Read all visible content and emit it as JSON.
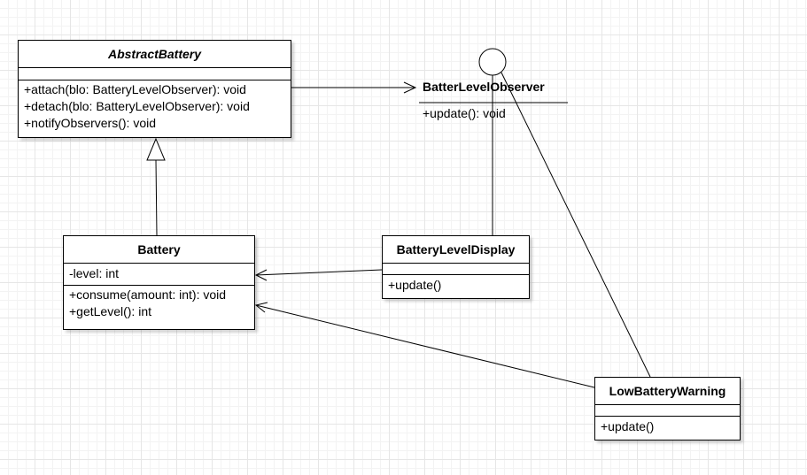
{
  "abstract_battery": {
    "name": "AbstractBattery",
    "attributes": [],
    "operations": [
      "+attach(blo: BatteryLevelObserver): void",
      "+detach(blo: BatteryLevelObserver): void",
      "+notifyObservers(): void"
    ]
  },
  "observer_interface": {
    "name": "BatterLevelObserver",
    "operations": [
      "+update(): void"
    ]
  },
  "battery": {
    "name": "Battery",
    "attributes": [
      "-level: int"
    ],
    "operations": [
      "+consume(amount: int): void",
      "+getLevel(): int"
    ]
  },
  "battery_level_display": {
    "name": "BatteryLevelDisplay",
    "attributes": [],
    "operations": [
      "+update()"
    ]
  },
  "low_battery_warning": {
    "name": "LowBatteryWarning",
    "attributes": [],
    "operations": [
      "+update()"
    ]
  }
}
